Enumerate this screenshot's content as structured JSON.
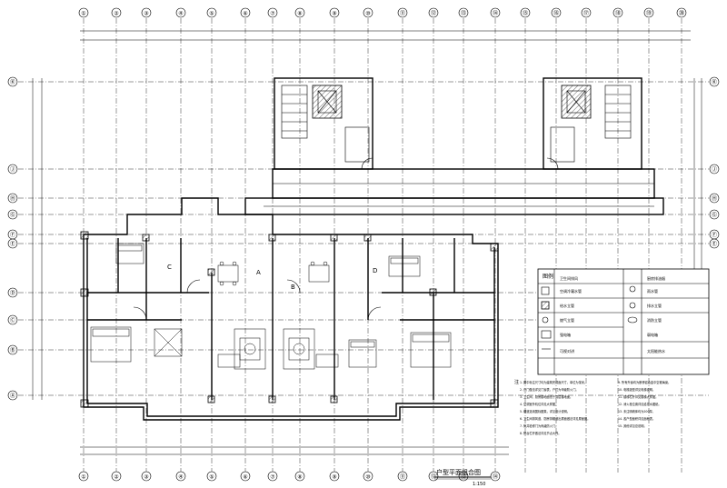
{
  "drawing": {
    "title": "户型平面组合图",
    "scale": "1:150"
  },
  "grid_axes": {
    "top": [
      "①",
      "②",
      "③",
      "④",
      "⑤",
      "⑥",
      "⑦",
      "⑧",
      "⑨",
      "⑩",
      "⑪",
      "⑫",
      "⑬",
      "⑭",
      "⑮",
      "⑯",
      "⑰",
      "⑱",
      "⑲",
      "⑳"
    ],
    "left": [
      "Ⓚ",
      "Ⓙ",
      "Ⓗ",
      "Ⓖ",
      "Ⓕ",
      "Ⓔ",
      "Ⓓ",
      "Ⓒ",
      "Ⓑ",
      "Ⓐ"
    ]
  },
  "room_labels": {
    "unit_a": "A",
    "unit_b": "B",
    "unit_c": "C",
    "unit_d": "D"
  },
  "legend": {
    "title": "图例",
    "rows": [
      "卫生间排风",
      "厨房排油烟",
      "空调冷凝水管",
      "雨水管",
      "给水立管",
      "排水立管",
      "燃气立管",
      "消防立管",
      "强电箱",
      "弱电箱",
      "可视对讲",
      "太阳能热水"
    ]
  },
  "notes": {
    "heading": "注",
    "items": [
      "1. 图中标注尺寸均为建筑完成面尺寸，单位为毫米。",
      "2. 户门做法详见门窗表，户门为甲级防火门。",
      "3. 卫生间、厨房楼地面低于同层楼地面。",
      "4. 空调室外机位详见大样图。",
      "5. 烟道选用国标图集，详见设计说明。",
      "6. 卫生间排风道、厨房排烟道出屋面做法详见屋面图。",
      "7. 管井检修门为丙级防火门。",
      "8. 阳台栏杆做法详见节点大样。",
      "9. 所有外窗均为断桥铝合金中空玻璃窗。",
      "10. 电梯选型详见电梯说明。",
      "11. 楼梯栏杆详见楼梯大样图。",
      "12. 消火栓位置详见给排水图纸。",
      "13. 未注明墙体均为200厚。",
      "14. 各户型面积详见面积表。",
      "15. 其他详见总说明。"
    ]
  }
}
